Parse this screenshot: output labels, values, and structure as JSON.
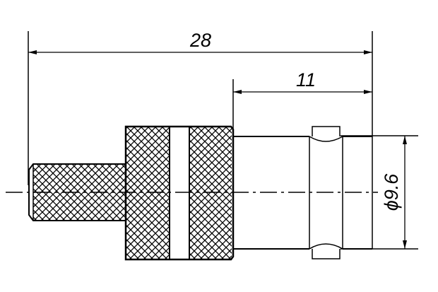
{
  "drawing": {
    "dimensions": {
      "overall_length": "28",
      "body_length": "11",
      "diameter": "ϕ9.6"
    },
    "colors": {
      "line": "#000000",
      "background": "#ffffff"
    }
  }
}
